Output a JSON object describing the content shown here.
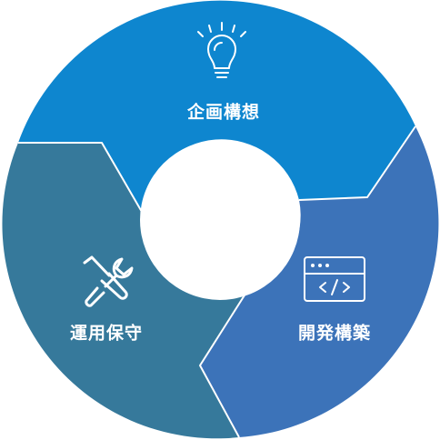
{
  "cycle": {
    "center_color": "#ffffff",
    "segments": [
      {
        "id": "plan",
        "label": "企画構想",
        "color": "#0e86cf",
        "icon": "lightbulb-icon"
      },
      {
        "id": "build",
        "label": "開発構築",
        "color": "#3c73b9",
        "icon": "code-window-icon"
      },
      {
        "id": "ops",
        "label": "運用保守",
        "color": "#36799b",
        "icon": "tools-icon"
      }
    ]
  }
}
